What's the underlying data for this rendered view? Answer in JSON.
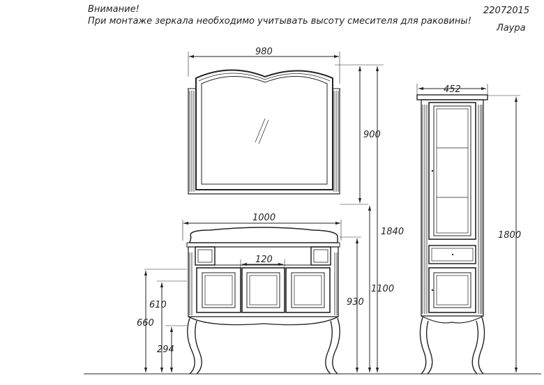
{
  "header": {
    "attention": "Внимание!",
    "warning": "При монтаже зеркала необходимо учитывать высоту смесителя для раковины!",
    "code": "22072015",
    "series": "Лаура"
  },
  "dimensions": {
    "mirror_width": "980",
    "mirror_height": "900",
    "vanity_width": "1000",
    "drawer_width": "120",
    "mirror_top_from_floor": "1840",
    "vanity_countertop_height": "930",
    "vanity_top_height": "1100",
    "cabinet_width": "452",
    "cabinet_height": "1800",
    "height_610": "610",
    "height_660": "660",
    "leg_height": "294"
  }
}
